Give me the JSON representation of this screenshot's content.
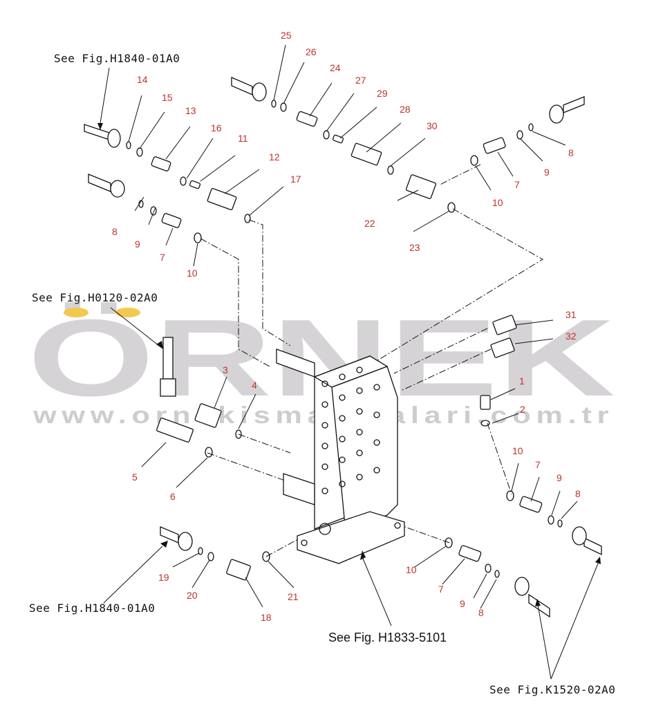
{
  "watermark": {
    "brand": "ÖRNEK",
    "url": "www.ornekismakinalari.com.tr",
    "dot_color": "#f2c94c",
    "color": "#d6d3d6"
  },
  "references": {
    "fig_h1840_top": "See Fig.H1840-01A0",
    "fig_h0120": "See Fig.H0120-02A0",
    "fig_h1840_bottom": "See Fig.H1840-01A0",
    "fig_h1833": "See Fig. H1833-5101",
    "fig_k1520": "See Fig.K1520-02A0"
  },
  "callouts": {
    "n1": "1",
    "n2": "2",
    "n3": "3",
    "n4": "4",
    "n5": "5",
    "n6": "6",
    "n7a": "7",
    "n7b": "7",
    "n7c": "7",
    "n7d": "7",
    "n8a": "8",
    "n8b": "8",
    "n8c": "8",
    "n8d": "8",
    "n9a": "9",
    "n9b": "9",
    "n9c": "9",
    "n9d": "9",
    "n10a": "10",
    "n10b": "10",
    "n10c": "10",
    "n10d": "10",
    "n11": "11",
    "n12": "12",
    "n13": "13",
    "n14": "14",
    "n15": "15",
    "n16": "16",
    "n17": "17",
    "n18": "18",
    "n19": "19",
    "n20": "20",
    "n21": "21",
    "n22": "22",
    "n23": "23",
    "n24": "24",
    "n25": "25",
    "n26": "26",
    "n27": "27",
    "n28": "28",
    "n29": "29",
    "n30": "30",
    "n31": "31",
    "n32": "32"
  },
  "colors": {
    "callout": "#c0302a",
    "line": "#111111"
  }
}
